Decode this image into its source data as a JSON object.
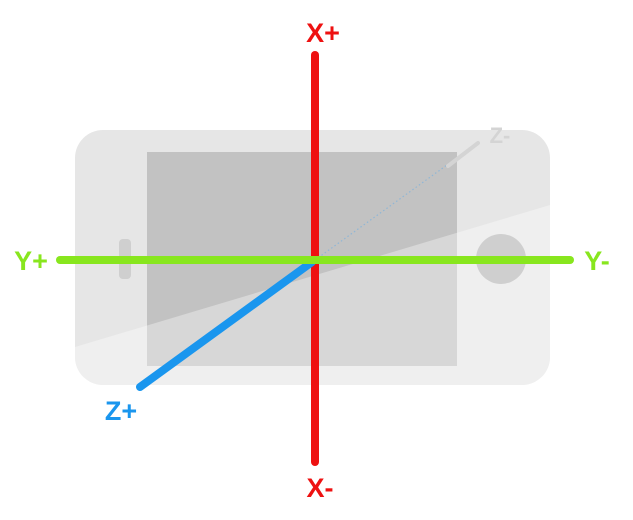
{
  "axes": {
    "x_pos": {
      "label": "X+",
      "color": "#ee1111"
    },
    "x_neg": {
      "label": "X-",
      "color": "#ee1111"
    },
    "y_pos": {
      "label": "Y+",
      "color": "#88e61e"
    },
    "y_neg": {
      "label": "Y-",
      "color": "#88e61e"
    },
    "z_pos": {
      "label": "Z+",
      "color": "#1a96ee"
    },
    "z_neg": {
      "label": "Z-",
      "color": "#d4d4d4"
    }
  },
  "device": {
    "body_color": "#e6e6e6",
    "screen_color": "#c2c2c2",
    "glare_color": "#efefef",
    "button_color": "#cfcfcf",
    "orientation": "landscape"
  }
}
